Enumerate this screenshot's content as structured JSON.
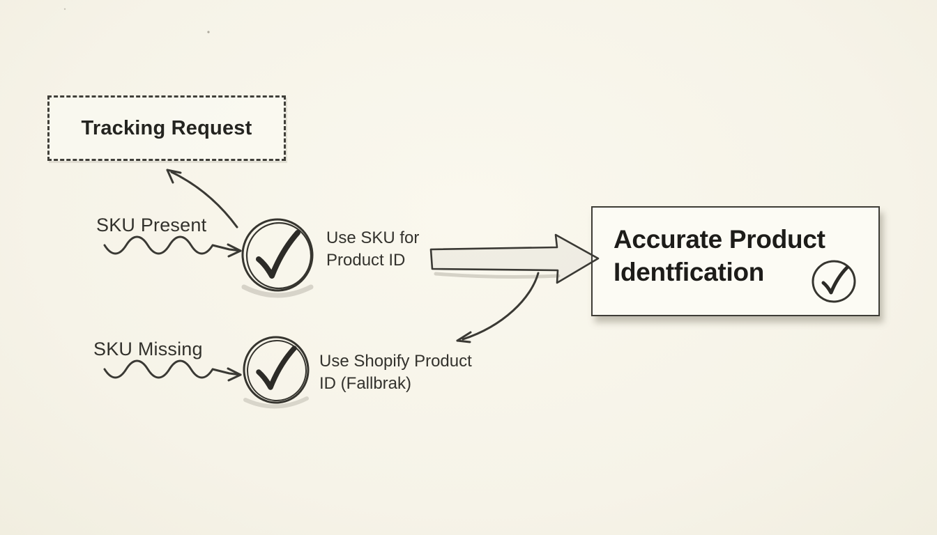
{
  "canvas": {
    "paper_color": "#f6f3e8",
    "ink_color": "#343330",
    "style": "hand-drawn-sketch"
  },
  "nodes": {
    "tracking_request": {
      "label": "Tracking Request"
    },
    "sku_present": {
      "label": "SKU Present"
    },
    "check_sku": {
      "icon": "check-circle-icon",
      "line1": "Use SKU for",
      "line2": "Product ID"
    },
    "sku_missing": {
      "label": "SKU Missing"
    },
    "check_fallback": {
      "icon": "check-circle-icon",
      "line1": "Use Shopify Product",
      "line2": "ID (Fallbrak)"
    },
    "result": {
      "line1": "Accurate Product",
      "line2": "Identfication",
      "icon": "check-circle-icon"
    }
  },
  "edges": [
    {
      "id": "sku-present-to-check",
      "style": "wavy-arrow",
      "from": "sku_present",
      "to": "check_sku"
    },
    {
      "id": "check-to-tracking-request",
      "style": "curved-arrow",
      "from": "check_sku",
      "to": "tracking_request"
    },
    {
      "id": "check-to-result",
      "style": "block-arrow",
      "from": "check_sku",
      "to": "result"
    },
    {
      "id": "branch-to-fallback",
      "style": "curved-arrow",
      "from": "check_sku",
      "to": "check_fallback"
    },
    {
      "id": "sku-missing-to-check",
      "style": "wavy-arrow",
      "from": "sku_missing",
      "to": "check_fallback"
    }
  ]
}
